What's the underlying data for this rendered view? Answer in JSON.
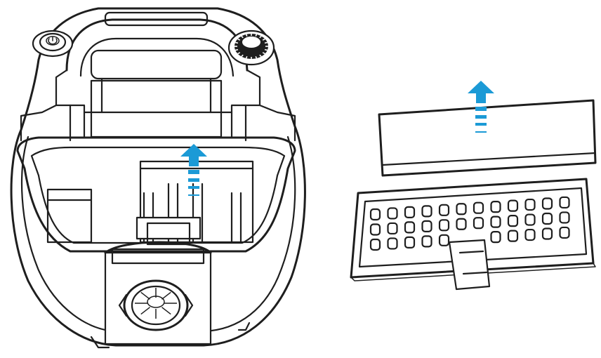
{
  "colors": {
    "line": "#1e1e1e",
    "arrow": "#1b9ad6",
    "background": "#ffffff"
  },
  "icons": {
    "left_arrow": "arrow-up-icon",
    "right_arrow": "arrow-up-icon",
    "power_button": "power-icon",
    "dial": "dial-icon"
  },
  "items": [
    {
      "name": "vacuum-body-open-lid"
    },
    {
      "name": "filter-sponge"
    },
    {
      "name": "filter-frame-grid"
    }
  ]
}
